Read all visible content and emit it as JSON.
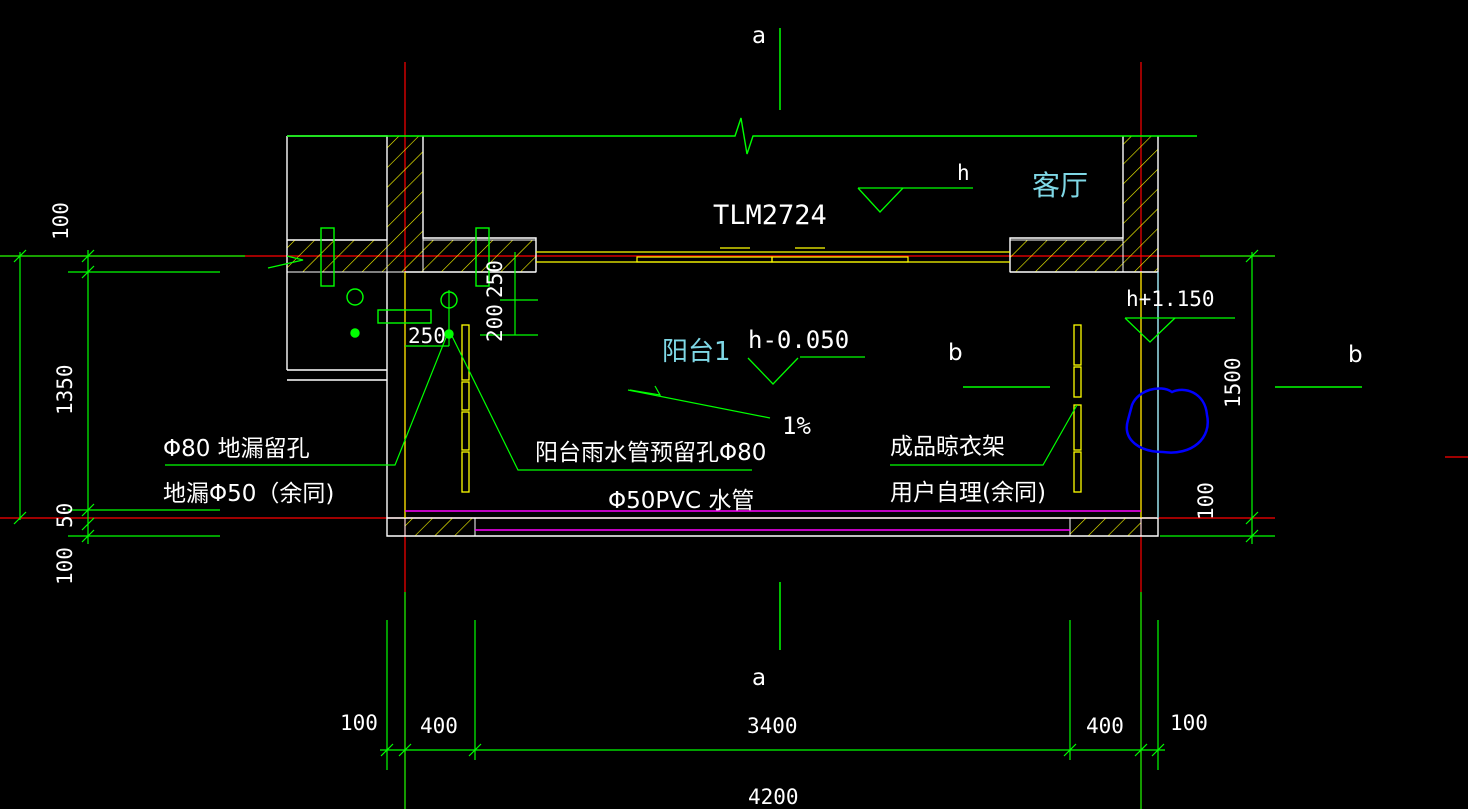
{
  "drawing": {
    "section_marks": {
      "a_top": "a",
      "a_bottom": "a",
      "b_left": "b",
      "b_right": "b"
    },
    "room_labels": {
      "living_room": "客厅",
      "balcony": "阳台1"
    },
    "door_code": "TLM2724",
    "levels": {
      "living": "h",
      "balcony": "h-0.050",
      "right_side": "h+1.150"
    },
    "slope": "1%",
    "annotations": {
      "floor_drain_hole": "Φ80  地漏留孔",
      "floor_drain": "地漏Φ50（余同)",
      "rain_pipe_hole": "阳台雨水管预留孔Φ80",
      "pvc_pipe": "Φ50PVC   水管",
      "clothes_rack": "成品晾衣架",
      "user_installed": "用户自理(余同)"
    },
    "dimensions": {
      "left_100_top": "100",
      "left_1350": "1350",
      "left_50": "50",
      "left_100_bottom": "100",
      "hole_250_v": "250",
      "hole_200": "200",
      "hole_250_h": "250",
      "right_1500": "1500",
      "right_100": "100",
      "bottom_100_left": "100",
      "bottom_400_left": "400",
      "bottom_3400": "3400",
      "bottom_400_right": "400",
      "bottom_100_right": "100",
      "total_4200": "4200"
    },
    "colors": {
      "background": "#000000",
      "outline": "#ffffff",
      "dimension_lines": "#00ff00",
      "axis_lines": "#ff0000",
      "door_frame": "#ffff00",
      "pipe": "#ff00ff",
      "annotation_cloud": "#0000ff",
      "cyan_text": "#7fd8e6"
    }
  }
}
